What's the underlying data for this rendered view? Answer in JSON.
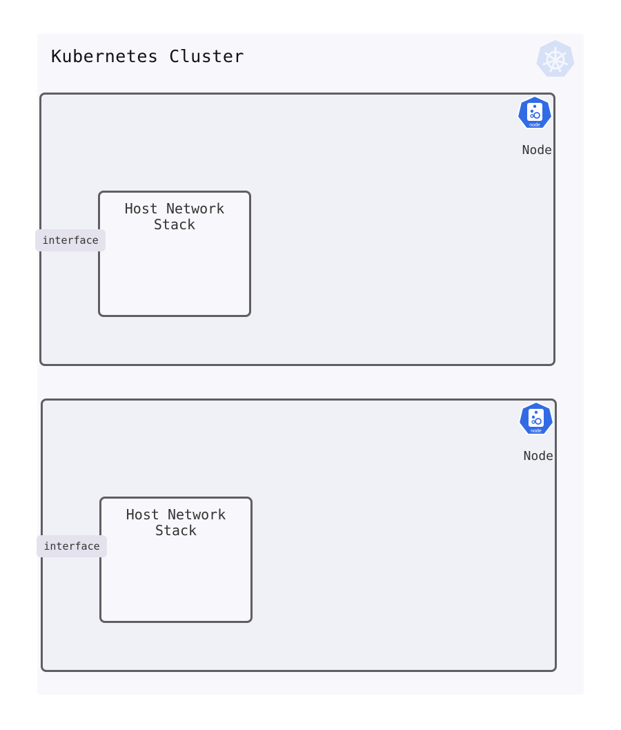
{
  "diagram": {
    "cluster": {
      "title": "Kubernetes Cluster",
      "icon": "kubernetes-logo-icon"
    },
    "nodes": [
      {
        "label": "Node",
        "icon": "kubernetes-node-icon",
        "icon_text": "node",
        "host_stack": "Host Network\nStack",
        "interface": "interface"
      },
      {
        "label": "Node",
        "icon": "kubernetes-node-icon",
        "icon_text": "node",
        "host_stack": "Host Network\nStack",
        "interface": "interface"
      }
    ],
    "colors": {
      "cluster_bg": "#f8f7fb",
      "node_bg": "#eff1f7",
      "border": "#5f5e63",
      "kubernetes_blue": "#326ce5",
      "interface_bg": "#e4e2ed"
    }
  }
}
